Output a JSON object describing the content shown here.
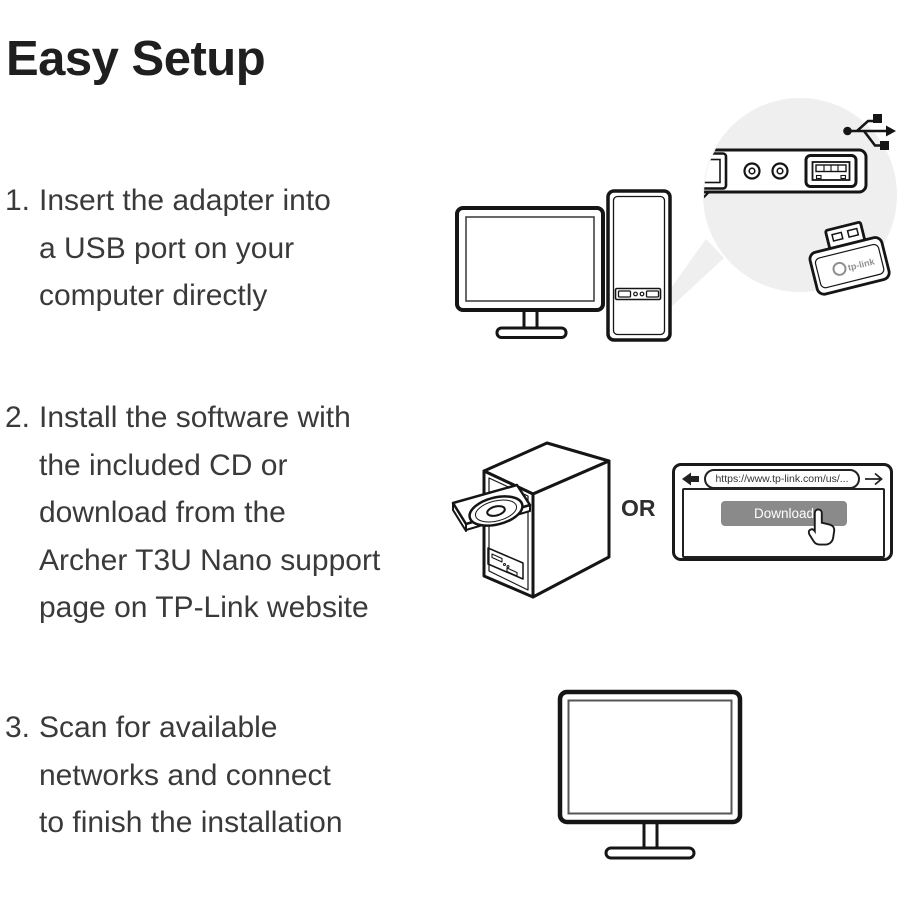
{
  "title": "Easy Setup",
  "steps": [
    {
      "number": "1.",
      "lines": [
        "Insert the adapter into",
        "a USB port on your",
        "computer directly"
      ]
    },
    {
      "number": "2.",
      "lines": [
        "Install the software with",
        "the included CD or",
        "download from the",
        "Archer T3U Nano support",
        "page on TP-Link website"
      ]
    },
    {
      "number": "3.",
      "lines": [
        "Scan for available",
        "networks and connect",
        "to finish the installation"
      ]
    }
  ],
  "step1": {
    "adapter_logo": "tp-link"
  },
  "step2": {
    "or_label": "OR",
    "browser": {
      "url": "https://www.tp-link.com/us/...",
      "download_label": "Download"
    }
  },
  "icons": {
    "usb": "usb-trident-icon",
    "back": "back-arrow-icon",
    "forward": "forward-arrow-icon",
    "cursor": "hand-cursor-icon"
  },
  "colors": {
    "text": "#3a3a3a",
    "title": "#1f1f1f",
    "line_art": "#151515",
    "callout_bg": "#efefef",
    "download_button_bg": "#8a8a8a",
    "download_button_text": "#ffffff"
  }
}
